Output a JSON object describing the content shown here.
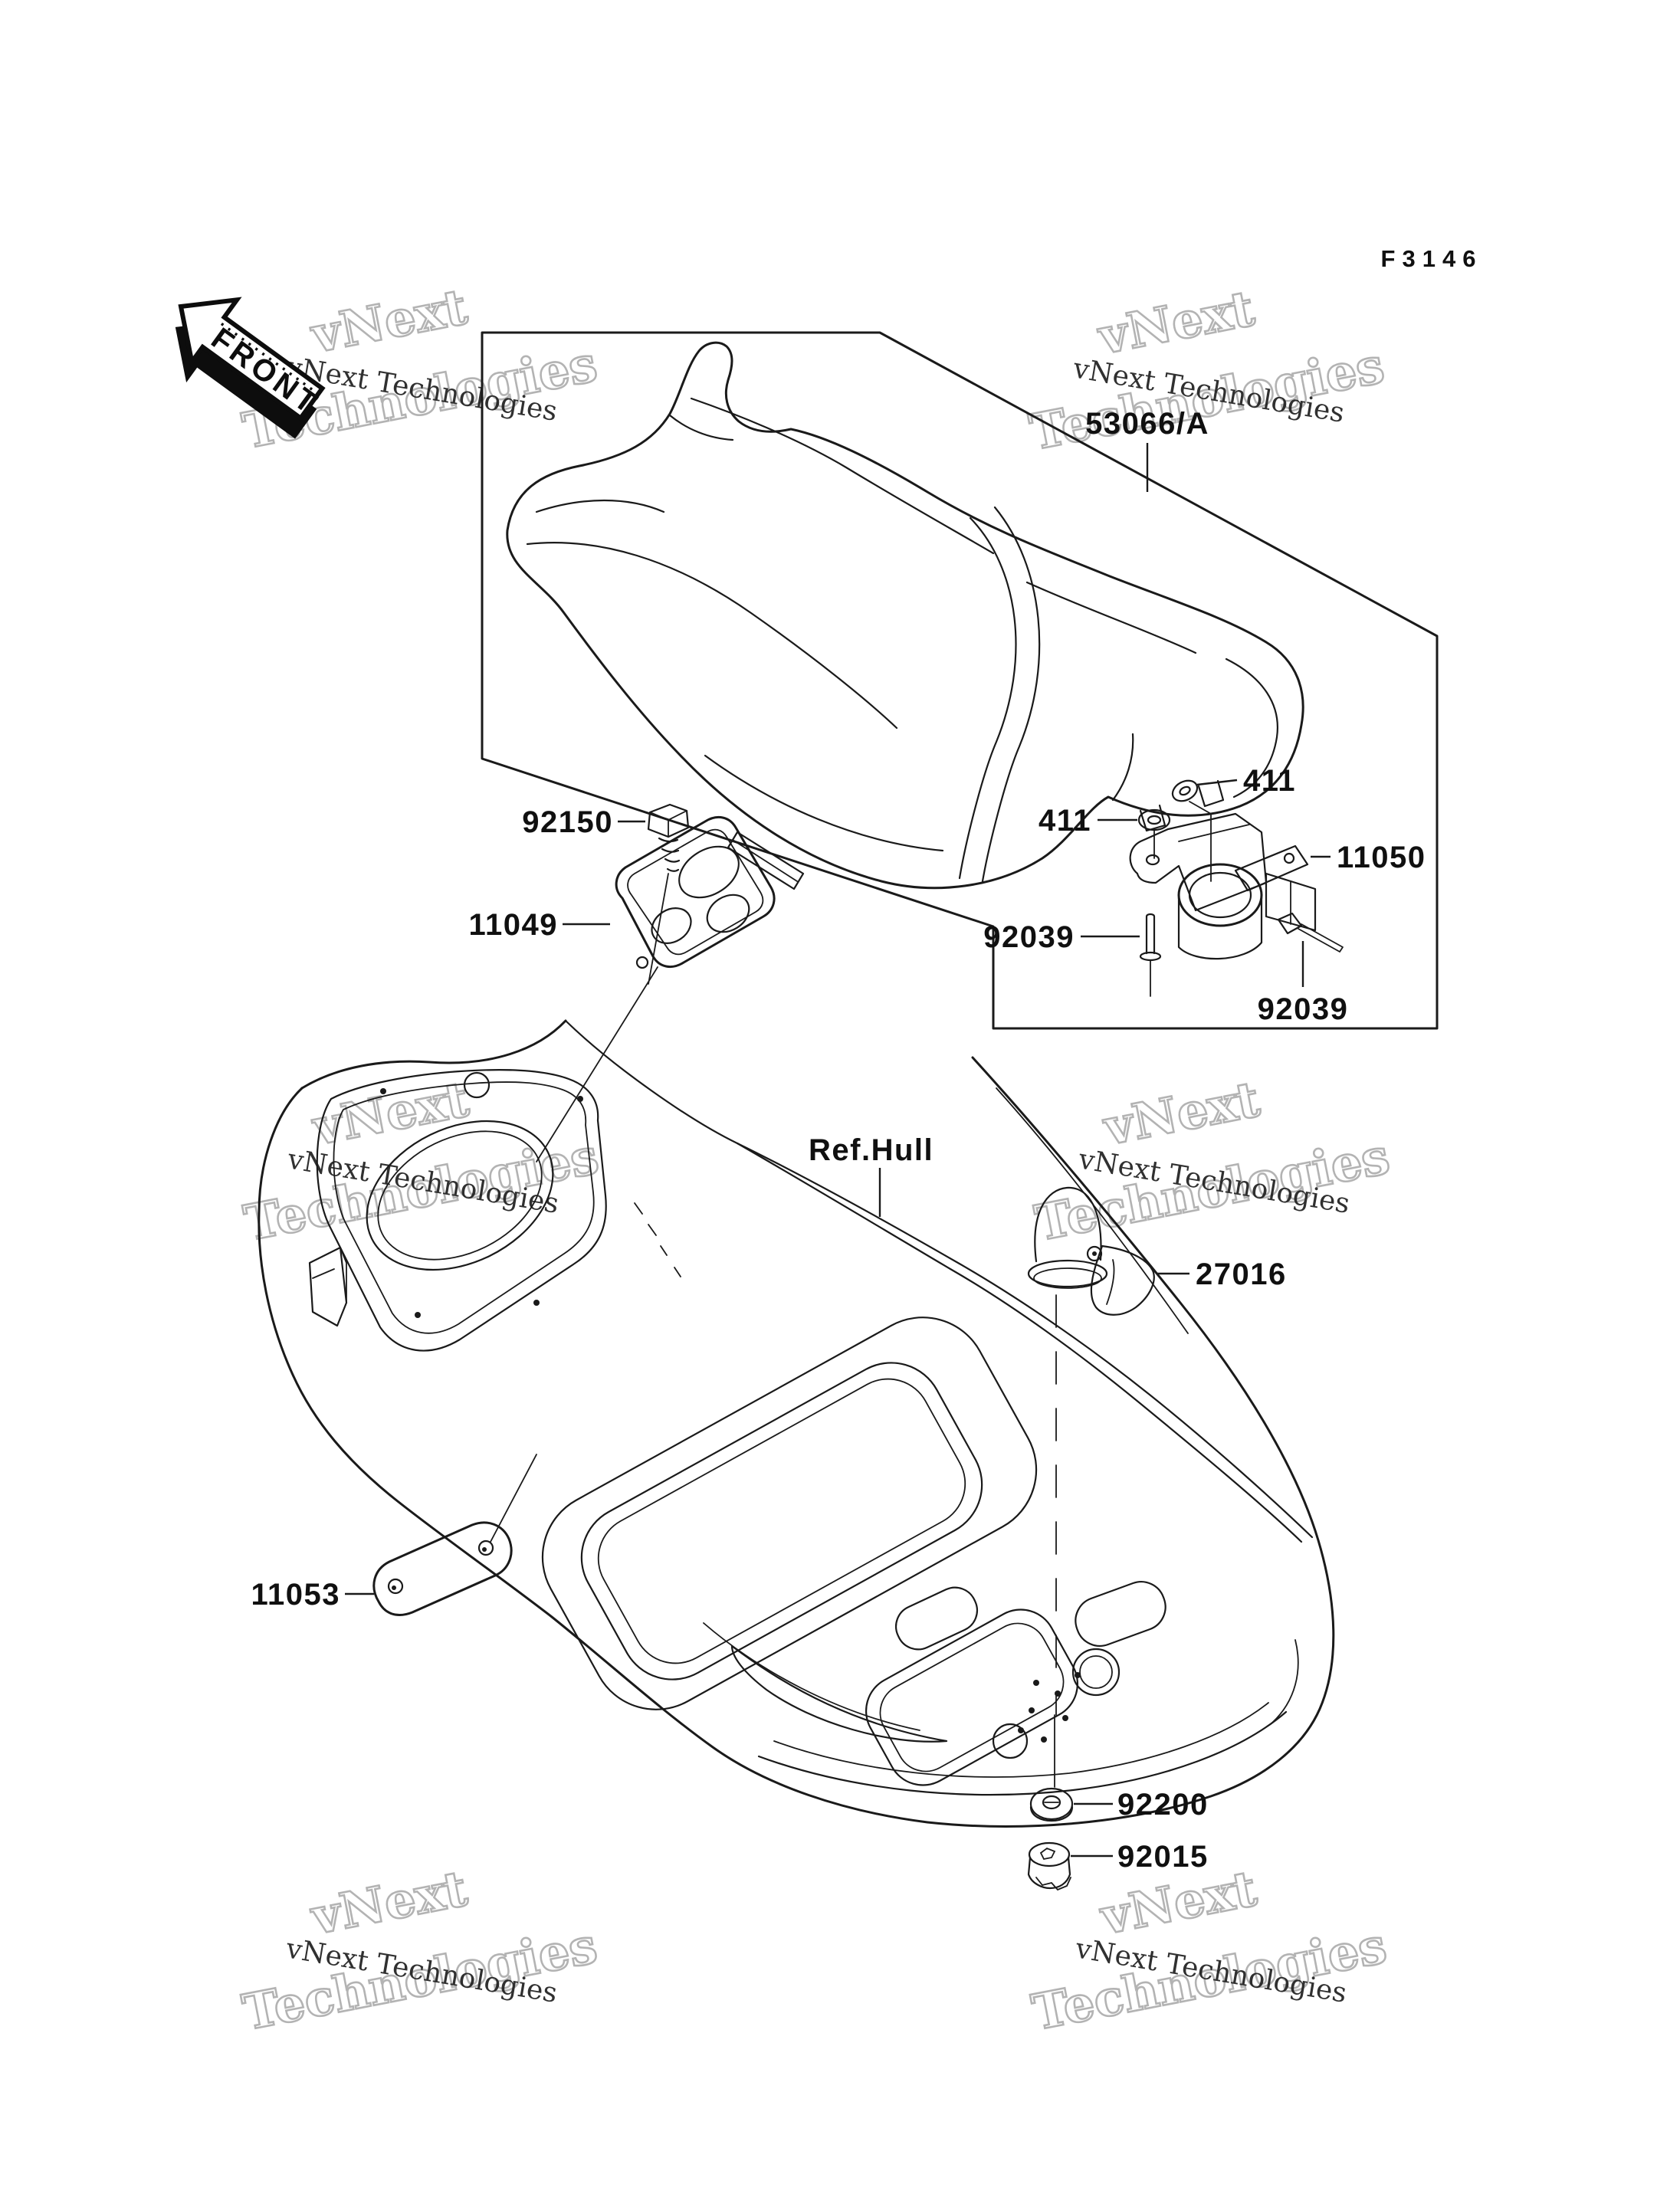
{
  "figure": {
    "code": "F3146"
  },
  "front_marker": {
    "label": "FRONT"
  },
  "watermark": {
    "solid": "vNext Technologies",
    "outline_line1": "vNext",
    "outline_line2": "Technologies",
    "outline_color": "#b3b3b3",
    "solid_color": "#1f1f1f"
  },
  "labels": {
    "seat": "53066/A",
    "washer_top": "411",
    "washer_left": "411",
    "latch_bracket": "11050",
    "pin_left": "92039",
    "pin_right": "92039",
    "bolt": "92150",
    "lock_plate": "11049",
    "ref_hull": "Ref.Hull",
    "mirror": "27016",
    "strap": "11053",
    "damper": "92200",
    "nut": "92015"
  },
  "line_color": "#1a1a1a"
}
